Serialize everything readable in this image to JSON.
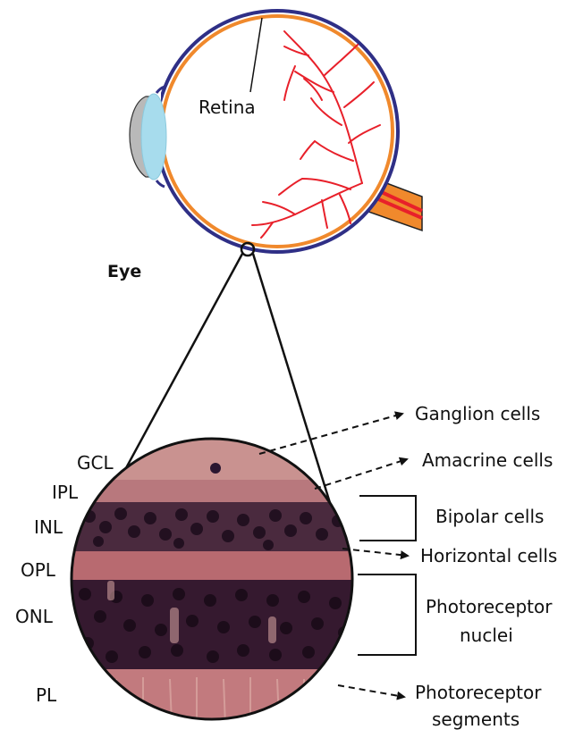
{
  "eye": {
    "retina_label": "Retina",
    "eye_label": "Eye"
  },
  "layers": {
    "gcl": "GCL",
    "ipl": "IPL",
    "inl": "INL",
    "opl": "OPL",
    "onl": "ONL",
    "pl": "PL"
  },
  "cells": {
    "ganglion": "Ganglion cells",
    "amacrine": "Amacrine cells",
    "bipolar": "Bipolar cells",
    "horizontal": "Horizontal cells",
    "photoreceptor_nuclei_line1": "Photoreceptor",
    "photoreceptor_nuclei_line2": "nuclei",
    "photoreceptor_segments_line1": "Photoreceptor",
    "photoreceptor_segments_line2": "segments"
  },
  "colors": {
    "sclera": "#2f2f86",
    "choroid": "#f0892c",
    "vessel": "#e8202a",
    "lens": "#a7dced",
    "iris": "#b9b9b9",
    "tissue_pink": "#c27a7e",
    "nuclei": "#2a1630"
  }
}
